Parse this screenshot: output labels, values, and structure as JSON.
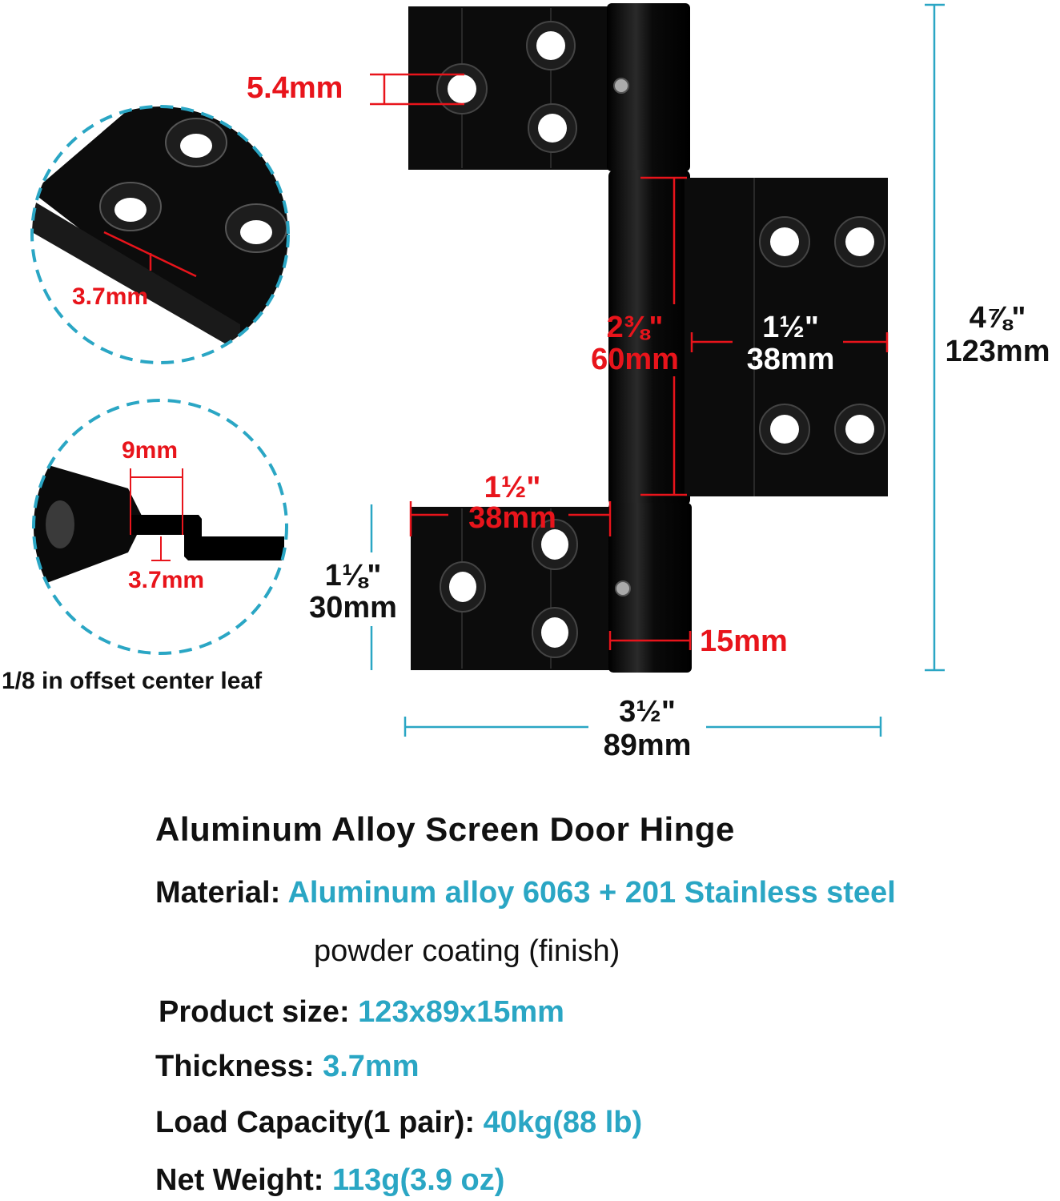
{
  "product": {
    "title": "Aluminum Alloy Screen Door Hinge"
  },
  "dimensions": {
    "hole_diameter": "5.4mm",
    "thickness_detail": "3.7mm",
    "offset_width": "9mm",
    "offset_thickness": "3.7mm",
    "offset_caption": "1/8 in offset center leaf",
    "center_leaf_height_in": "2⅜\"",
    "center_leaf_height_mm": "60mm",
    "center_leaf_width_in": "1½\"",
    "center_leaf_width_mm": "38mm",
    "total_height_in": "4⅞\"",
    "total_height_mm": "123mm",
    "bottom_leaf_width_in": "1½\"",
    "bottom_leaf_width_mm": "38mm",
    "leaf_height_in": "1⅛\"",
    "leaf_height_mm": "30mm",
    "barrel_diameter": "15mm",
    "total_width_in": "3½\"",
    "total_width_mm": "89mm"
  },
  "specs": [
    {
      "label": "Material:",
      "value": "Aluminum alloy 6063 + 201 Stainless steel",
      "extra": "powder coating (finish)"
    },
    {
      "label": "Product size:",
      "value": "123x89x15mm"
    },
    {
      "label": "Thickness:",
      "value": "3.7mm"
    },
    {
      "label": "Load Capacity(1 pair):",
      "value": "40kg(88 lb)"
    },
    {
      "label": "Net Weight:",
      "value": "113g(3.9 oz)"
    }
  ],
  "colors": {
    "dimension_red": "#e8141b",
    "guide_teal": "#2aa6c4",
    "hinge_black": "#0c0c0c"
  }
}
